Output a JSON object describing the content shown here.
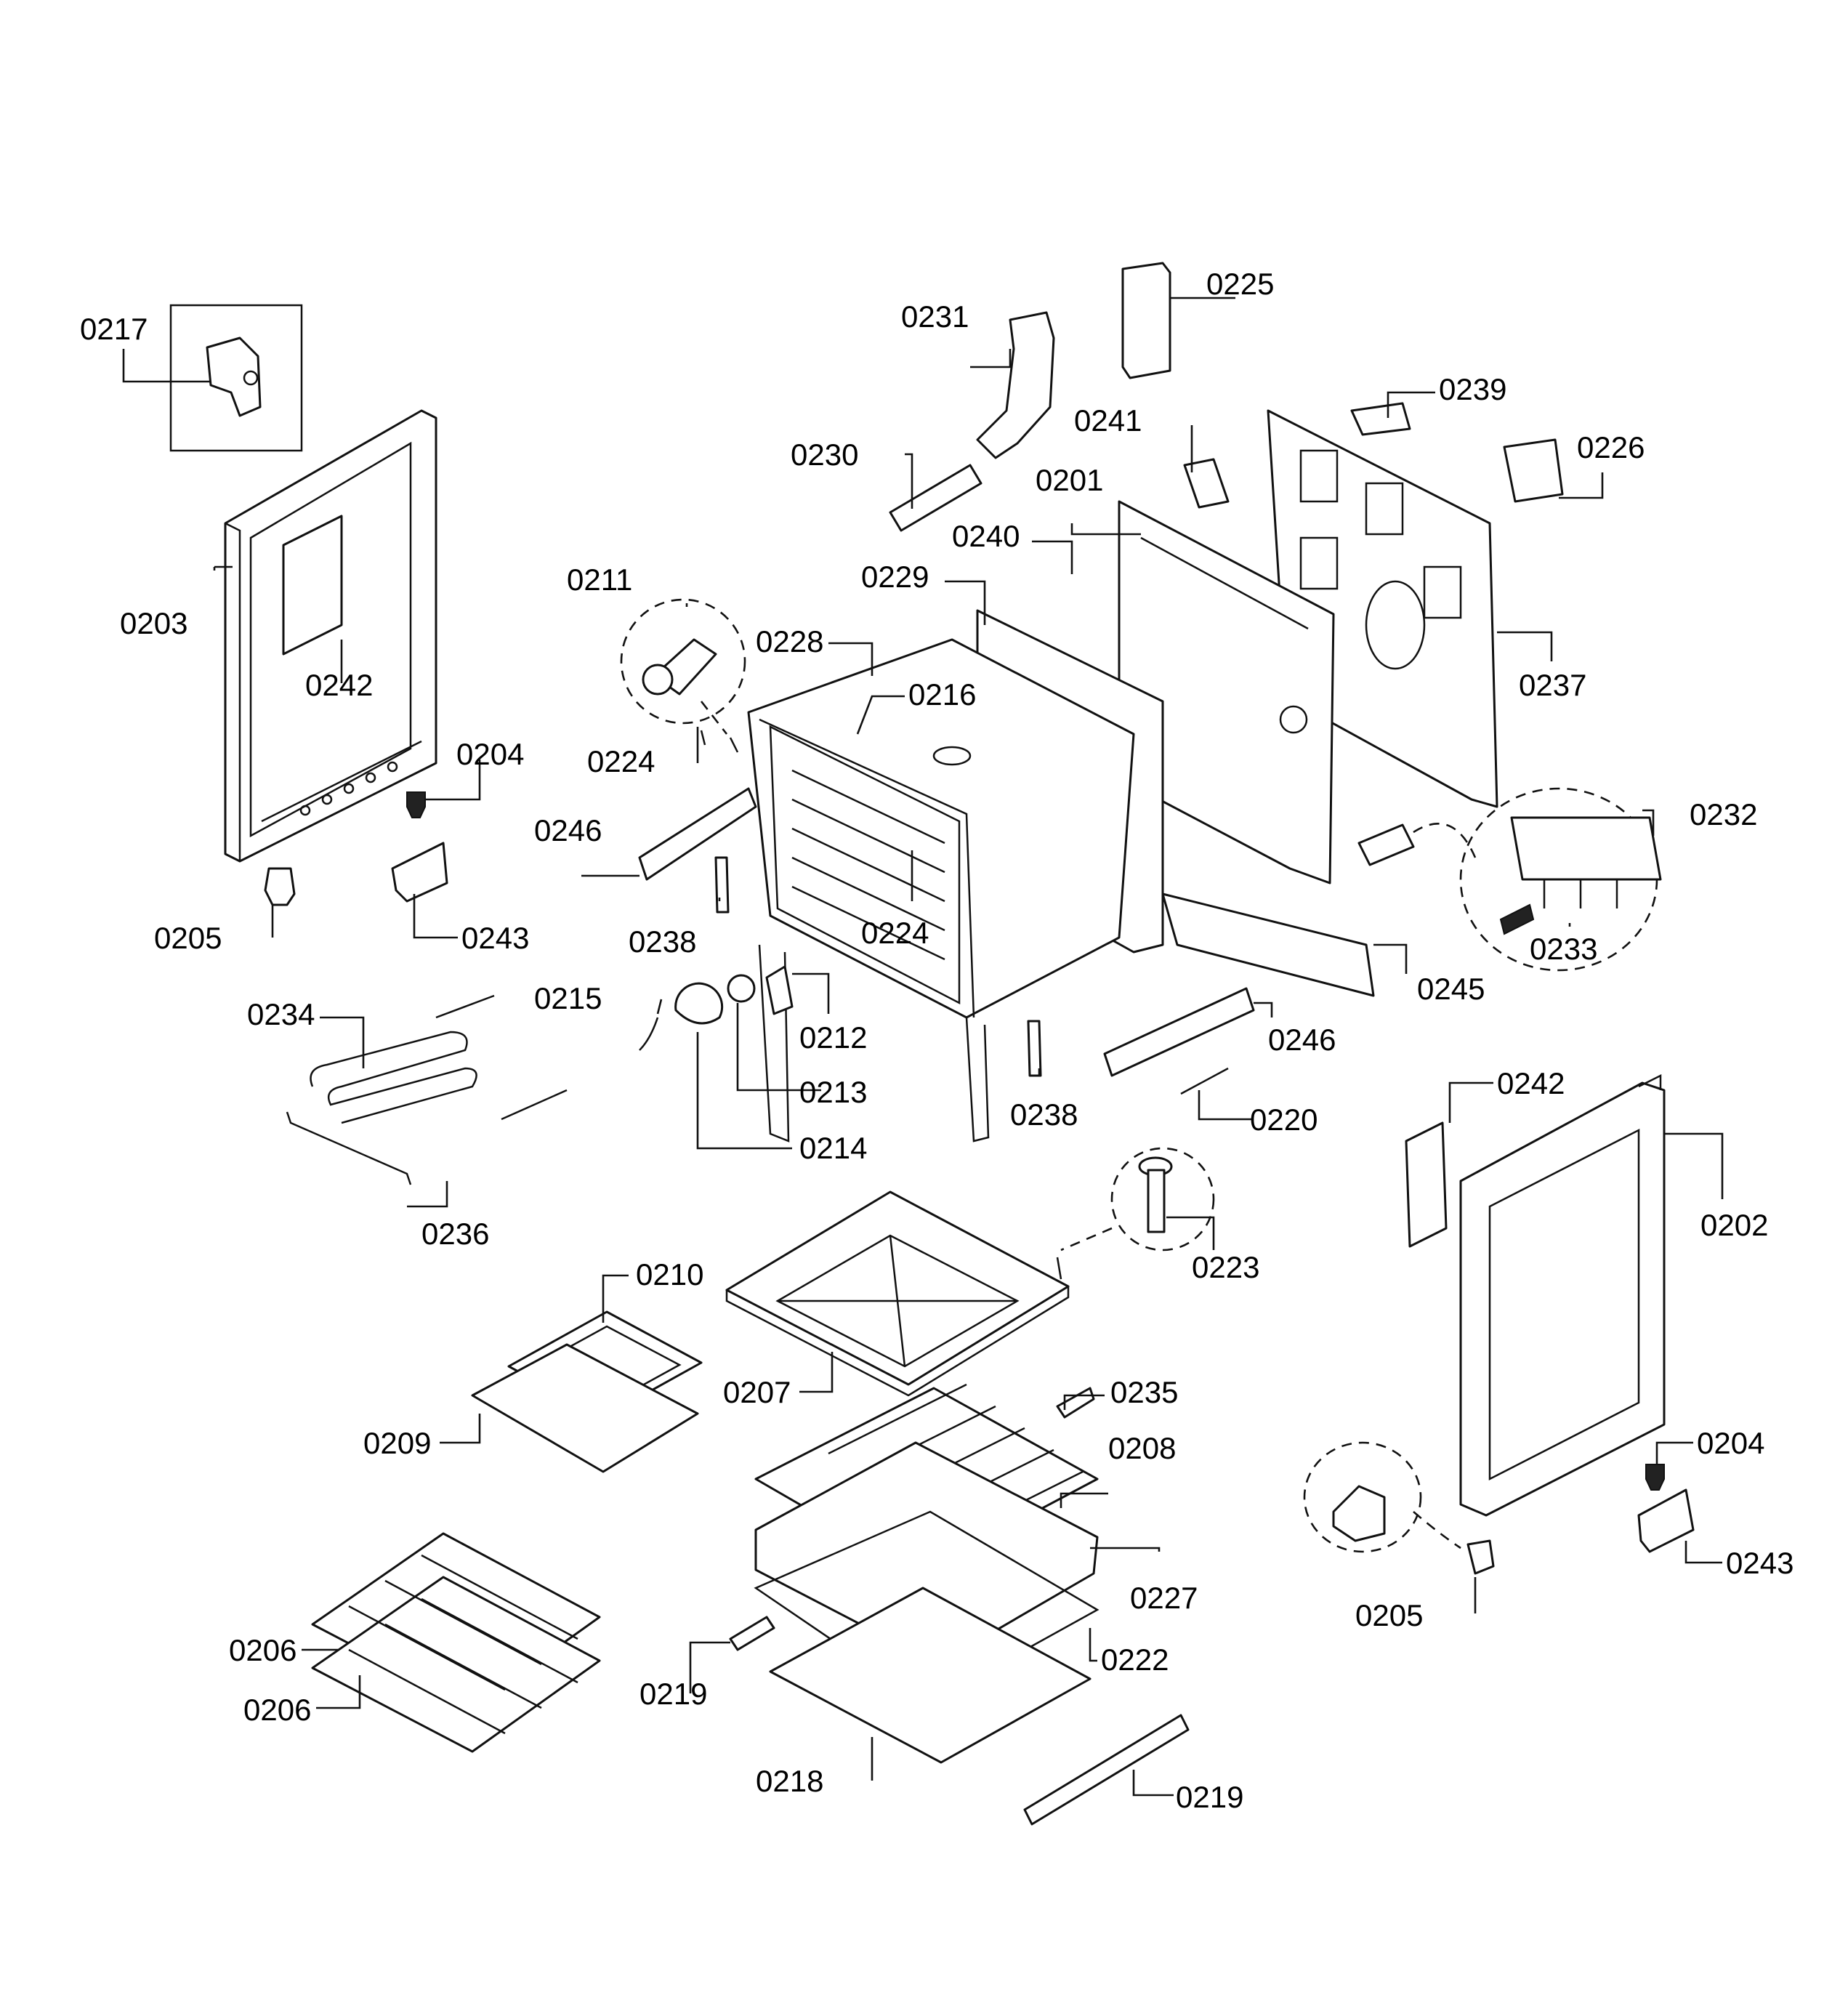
{
  "diagram": {
    "callouts": [
      "0217",
      "0203",
      "0242",
      "0204",
      "0205",
      "0243",
      "0231",
      "0225",
      "0230",
      "0241",
      "0239",
      "0226",
      "0201",
      "0240",
      "0229",
      "0228",
      "0211",
      "0216",
      "0237",
      "0224",
      "0246",
      "0232",
      "0238",
      "0224",
      "0212",
      "0215",
      "0213",
      "0214",
      "0245",
      "0233",
      "0246",
      "0238",
      "0220",
      "0234",
      "0236",
      "0242",
      "0202",
      "0223",
      "0210",
      "0207",
      "0209",
      "0235",
      "0208",
      "0227",
      "0222",
      "0219",
      "0218",
      "0219",
      "0206",
      "0206",
      "0204",
      "0243",
      "0205"
    ]
  }
}
